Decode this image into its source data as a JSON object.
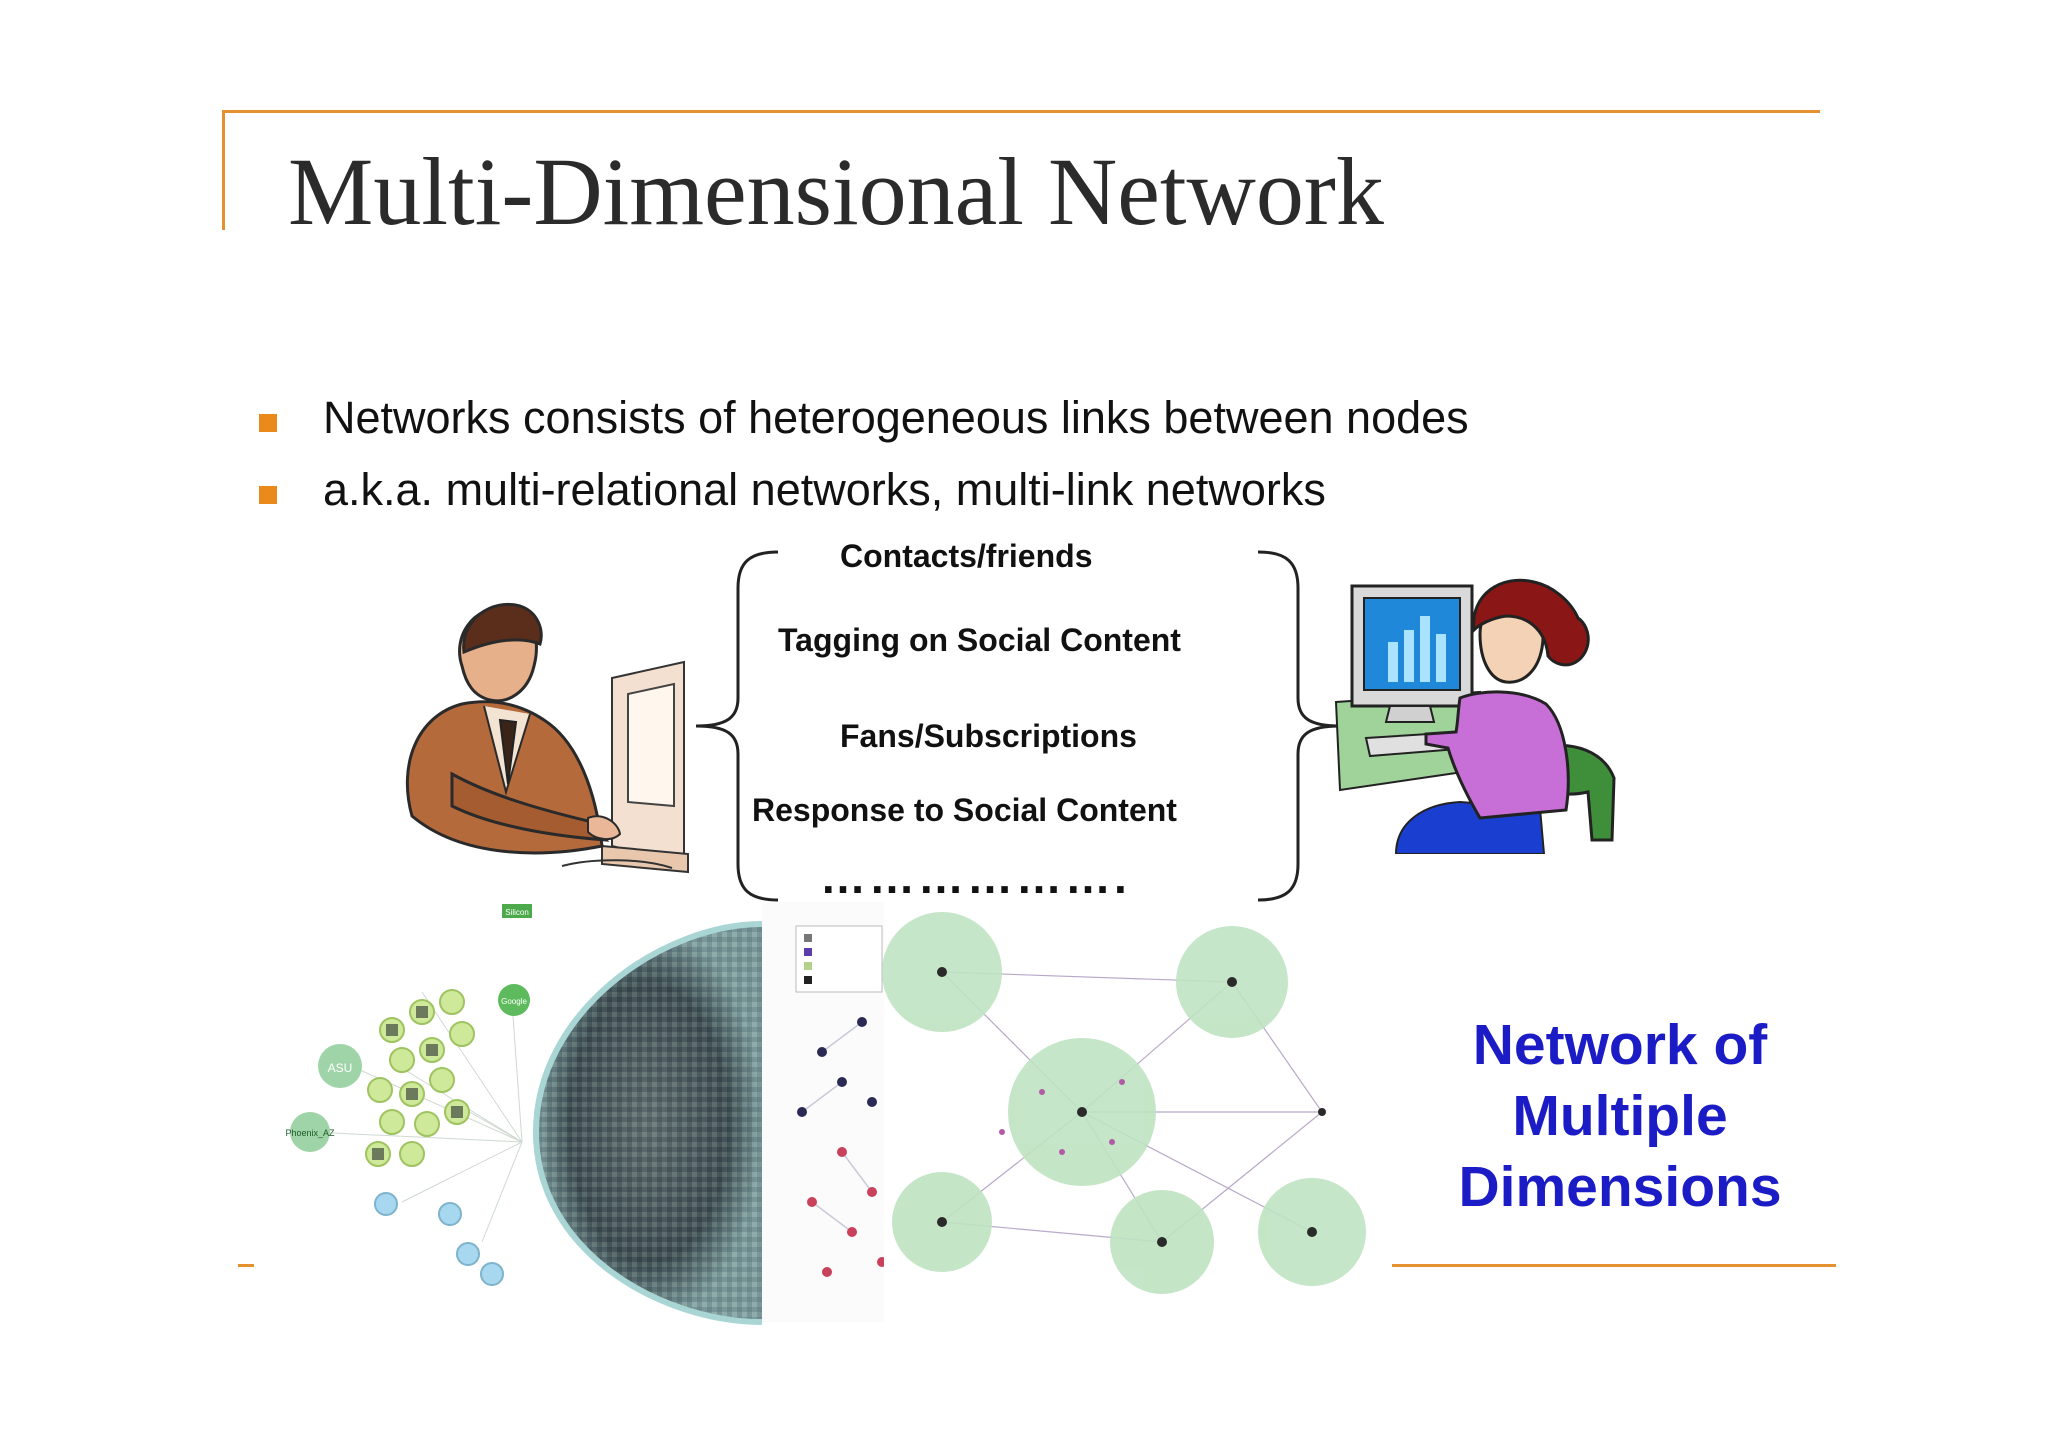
{
  "slide": {
    "title": "Multi-Dimensional Network",
    "bullets": [
      "Networks consists of heterogeneous links between nodes",
      "a.k.a. multi-relational networks, multi-link networks"
    ],
    "relations": [
      "Contacts/friends",
      "Tagging on Social Content",
      "Fans/Subscriptions",
      "Response to Social Content"
    ],
    "ellipsis": "……………….",
    "side_label": [
      "Network of",
      "Multiple",
      "Dimensions"
    ],
    "graph_labels": [
      "Silicon",
      "Google",
      "ASU",
      "Phoenix_AZ"
    ]
  },
  "colors": {
    "accent": "#e6912f",
    "bullet": "#e98a1a",
    "label_blue": "#1c1cc6"
  },
  "icons": [
    "man-at-computer-clipart",
    "woman-at-computer-clipart",
    "network-visualization-collage"
  ]
}
